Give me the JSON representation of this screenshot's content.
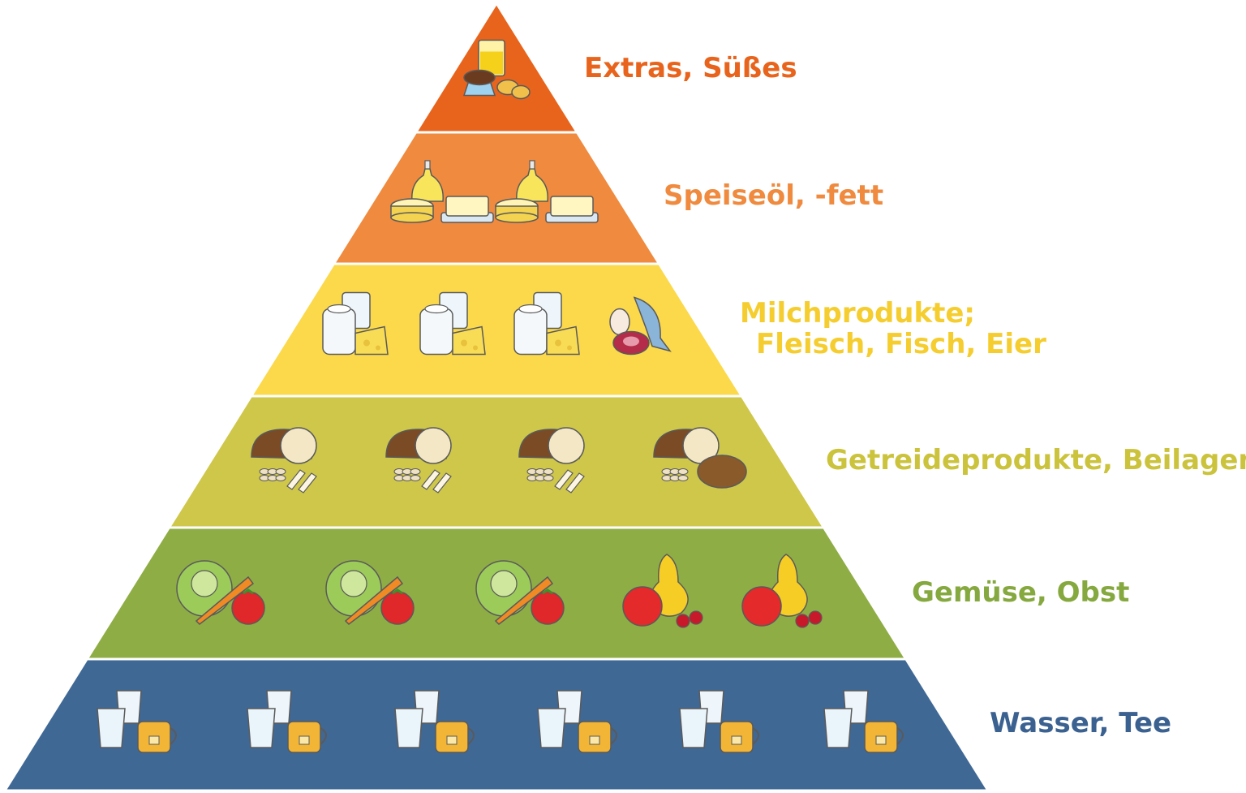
{
  "levels": [
    {
      "id": "extras",
      "label_lines": [
        "Extras, Süßes"
      ],
      "fill": "#e8641c",
      "text_color": "#e8641c",
      "icons": [
        "juice-glass-cupcake-chips-icon"
      ]
    },
    {
      "id": "oils",
      "label_lines": [
        "Speiseöl, -fett"
      ],
      "fill": "#ef8a3e",
      "text_color": "#ef8a3e",
      "icons": [
        "oil-bottle-butter-icon",
        "oil-bottle-butter-icon"
      ]
    },
    {
      "id": "protein",
      "label_lines": [
        "Milchprodukte;",
        "Fleisch, Fisch, Eier"
      ],
      "fill": "#fbd94a",
      "text_color": "#f5cd2e",
      "icons": [
        "milk-cheese-icon",
        "milk-cheese-icon",
        "milk-cheese-icon",
        "egg-meat-fish-icon"
      ]
    },
    {
      "id": "grains",
      "label_lines": [
        "Getreideprodukte, Beilagen"
      ],
      "fill": "#cfc74a",
      "text_color": "#cbc33c",
      "icons": [
        "bread-grain-pasta-icon",
        "bread-grain-pasta-icon",
        "bread-grain-pasta-icon",
        "bread-grain-potato-icon"
      ]
    },
    {
      "id": "produce",
      "label_lines": [
        "Gemüse, Obst"
      ],
      "fill": "#8fad45",
      "text_color": "#85a83f",
      "icons": [
        "lettuce-carrot-tomato-icon",
        "lettuce-carrot-tomato-icon",
        "lettuce-carrot-tomato-icon",
        "apple-pear-cherry-icon",
        "apple-pear-cherry-icon"
      ]
    },
    {
      "id": "drinks",
      "label_lines": [
        "Wasser, Tee"
      ],
      "fill": "#3f6895",
      "text_color": "#3b6190",
      "icons": [
        "water-glasses-tea-icon",
        "water-glasses-tea-icon",
        "water-glasses-tea-icon",
        "water-glasses-tea-icon",
        "water-glasses-tea-icon",
        "water-glasses-tea-icon"
      ]
    }
  ]
}
